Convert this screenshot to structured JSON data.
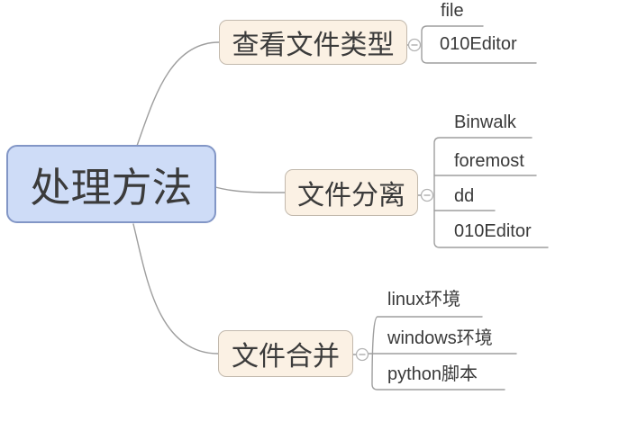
{
  "mindmap": {
    "root": {
      "label": "处理方法"
    },
    "branches": [
      {
        "label": "查看文件类型",
        "children": [
          {
            "label": "file"
          },
          {
            "label": "010Editor"
          }
        ]
      },
      {
        "label": "文件分离",
        "children": [
          {
            "label": "Binwalk"
          },
          {
            "label": "foremost"
          },
          {
            "label": "dd"
          },
          {
            "label": "010Editor"
          }
        ]
      },
      {
        "label": "文件合并",
        "children": [
          {
            "label": "linux环境"
          },
          {
            "label": "windows环境"
          },
          {
            "label": "python脚本"
          }
        ]
      }
    ],
    "collapse_buttons": [
      {
        "state": "expanded",
        "glyph": "-"
      },
      {
        "state": "expanded",
        "glyph": "-"
      },
      {
        "state": "expanded",
        "glyph": "-"
      }
    ],
    "colors": {
      "root_fill": "#cedcf7",
      "root_border": "#8296c6",
      "branch_fill": "#fbf1e4",
      "branch_border": "#c2b9ad",
      "connector_line": "#9e9e9e",
      "text": "#3b3b3b",
      "background": "#ffffff"
    }
  }
}
